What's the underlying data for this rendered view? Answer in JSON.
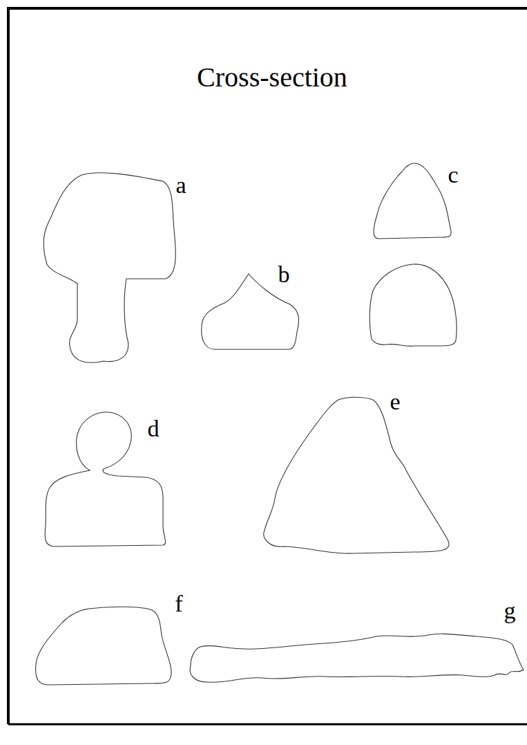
{
  "diagram": {
    "title": "Cross-section",
    "labels": [
      "a",
      "b",
      "c",
      "d",
      "e",
      "f",
      "g"
    ]
  }
}
